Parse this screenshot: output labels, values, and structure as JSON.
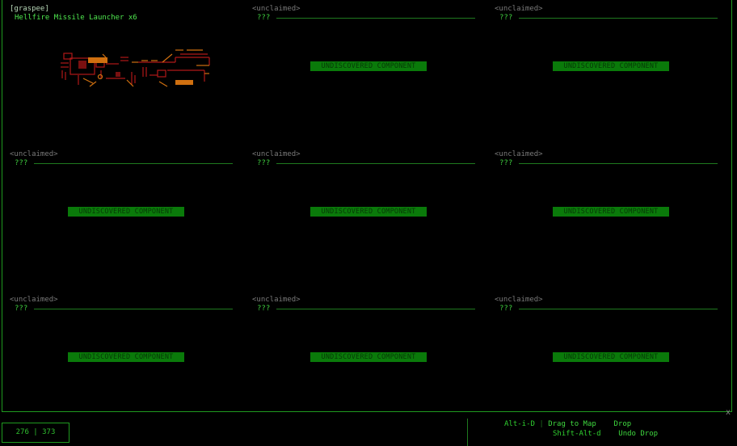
{
  "grid": [
    {
      "owner": "[graspee]",
      "label": "Hellfire Missile Launcher x6",
      "claimed": true
    },
    {
      "owner": "<unclaimed>",
      "label": "???",
      "badge": "UNDISCOVERED COMPONENT"
    },
    {
      "owner": "<unclaimed>",
      "label": "???",
      "badge": "UNDISCOVERED COMPONENT"
    },
    {
      "owner": "<unclaimed>",
      "label": "???",
      "badge": "UNDISCOVERED COMPONENT"
    },
    {
      "owner": "<unclaimed>",
      "label": "???",
      "badge": "UNDISCOVERED COMPONENT"
    },
    {
      "owner": "<unclaimed>",
      "label": "???",
      "badge": "UNDISCOVERED COMPONENT"
    },
    {
      "owner": "<unclaimed>",
      "label": "???",
      "badge": "UNDISCOVERED COMPONENT"
    },
    {
      "owner": "<unclaimed>",
      "label": "???",
      "badge": "UNDISCOVERED COMPONENT"
    },
    {
      "owner": "<unclaimed>",
      "label": "???",
      "badge": "UNDISCOVERED COMPONENT"
    }
  ],
  "status": {
    "counter": "276 | 373"
  },
  "close_glyph": "x",
  "shortcuts": [
    {
      "key": "Alt-i-D",
      "sep": "|",
      "desc": "Drag to Map",
      "action": "Drop"
    },
    {
      "key": "Shift-Alt-d",
      "sep": "",
      "desc": "",
      "action": "Undo Drop"
    }
  ],
  "colors": {
    "frame": "#1f9a1f",
    "badge_bg": "#0a7a0a",
    "art_red": "#b01818",
    "art_orange": "#d07010"
  }
}
